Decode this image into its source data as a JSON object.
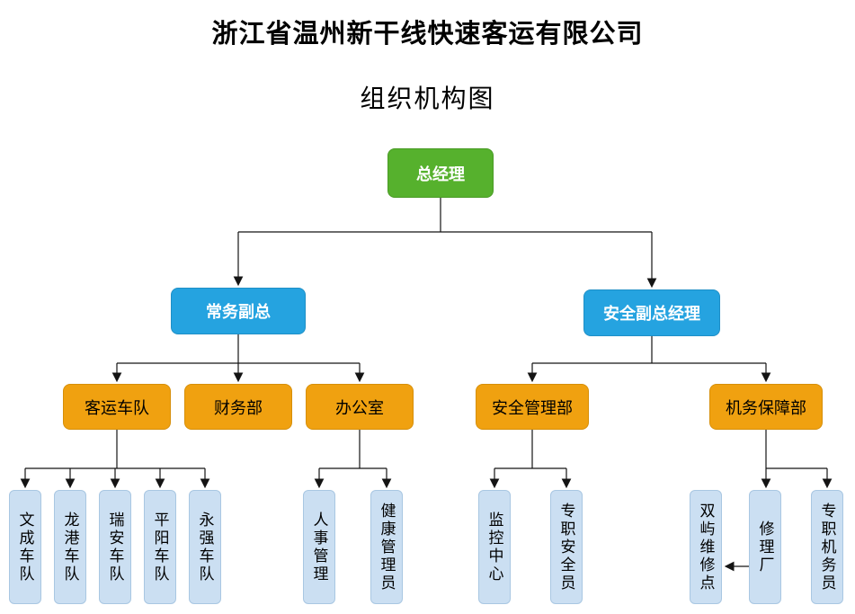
{
  "header": {
    "title": "浙江省温州新干线快速客运有限公司",
    "subtitle": "组织机构图"
  },
  "colors": {
    "level1_green": "#56B12D",
    "level2_blue": "#25A3E0",
    "level3_orange": "#F0A110",
    "level4_lightblue": "#CBDFF2",
    "connector": "#141414",
    "background": "#FFFFFF"
  },
  "nodes": {
    "ceo": {
      "label": "总经理"
    },
    "exec_deputy": {
      "label": "常务副总"
    },
    "safety_deputy": {
      "label": "安全副总经理"
    },
    "passenger_fleet": {
      "label": "客运车队"
    },
    "finance_dept": {
      "label": "财务部"
    },
    "office": {
      "label": "办公室"
    },
    "safety_mgmt_dept": {
      "label": "安全管理部"
    },
    "mech_support_dept": {
      "label": "机务保障部"
    },
    "wencheng_fleet": {
      "label": "文成车队"
    },
    "longgang_fleet": {
      "label": "龙港车队"
    },
    "ruian_fleet": {
      "label": "瑞安车队"
    },
    "pingyang_fleet": {
      "label": "平阳车队"
    },
    "yongqiang_fleet": {
      "label": "永强车队"
    },
    "hr_mgmt": {
      "label": "人事管理"
    },
    "health_admin": {
      "label": "健康管理员"
    },
    "monitoring_center": {
      "label": "监控中心"
    },
    "safety_officer": {
      "label": "专职安全员"
    },
    "shuangyu_repair_point": {
      "label": "双屿维修点"
    },
    "repair_factory": {
      "label": "修理厂"
    },
    "mech_officer": {
      "label": "专职机务员"
    }
  },
  "edges": [
    [
      "ceo",
      "exec_deputy"
    ],
    [
      "ceo",
      "safety_deputy"
    ],
    [
      "exec_deputy",
      "passenger_fleet"
    ],
    [
      "exec_deputy",
      "finance_dept"
    ],
    [
      "exec_deputy",
      "office"
    ],
    [
      "safety_deputy",
      "safety_mgmt_dept"
    ],
    [
      "safety_deputy",
      "mech_support_dept"
    ],
    [
      "passenger_fleet",
      "wencheng_fleet"
    ],
    [
      "passenger_fleet",
      "longgang_fleet"
    ],
    [
      "passenger_fleet",
      "ruian_fleet"
    ],
    [
      "passenger_fleet",
      "pingyang_fleet"
    ],
    [
      "passenger_fleet",
      "yongqiang_fleet"
    ],
    [
      "office",
      "hr_mgmt"
    ],
    [
      "office",
      "health_admin"
    ],
    [
      "safety_mgmt_dept",
      "monitoring_center"
    ],
    [
      "safety_mgmt_dept",
      "safety_officer"
    ],
    [
      "mech_support_dept",
      "repair_factory"
    ],
    [
      "mech_support_dept",
      "mech_officer"
    ],
    [
      "repair_factory",
      "shuangyu_repair_point"
    ]
  ]
}
